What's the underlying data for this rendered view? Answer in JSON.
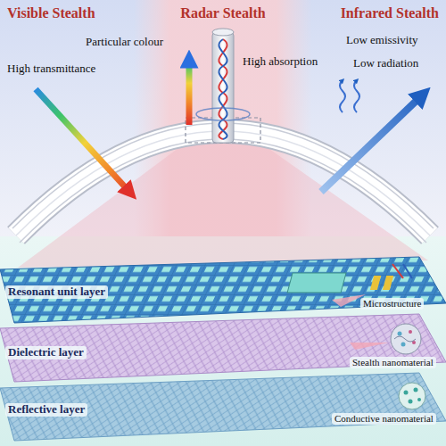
{
  "diagram": {
    "labels": [
      "Visible Stealth",
      "Radar Stealth",
      "Infrared Stealth",
      "Particular colour",
      "High transmittance",
      "High absorption",
      "Low emissivity",
      "Low radiation",
      "Resonant unit layer",
      "Dielectric layer",
      "Reflective layer",
      "Microstructure",
      "Stealth nanomaterial",
      "Conductive nanomaterial"
    ]
  }
}
